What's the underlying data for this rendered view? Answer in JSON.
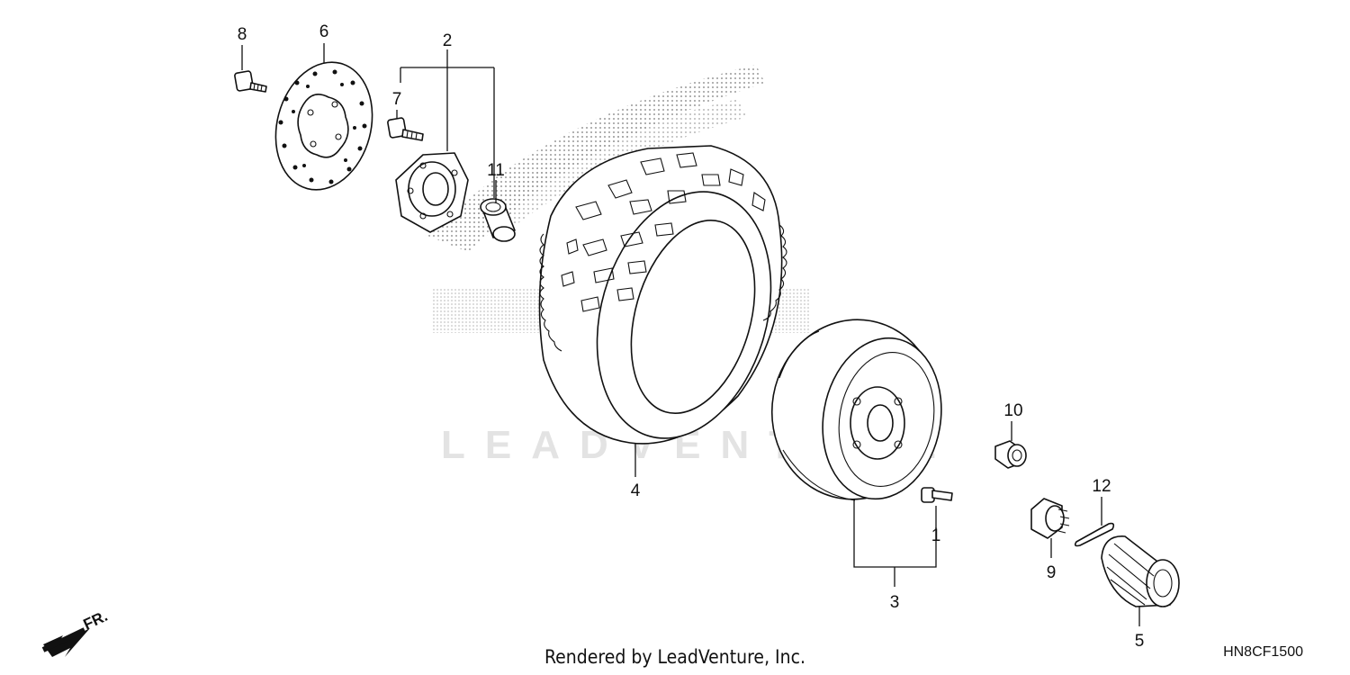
{
  "diagram": {
    "callouts": [
      {
        "id": "c1",
        "text": "1"
      },
      {
        "id": "c2",
        "text": "2"
      },
      {
        "id": "c3",
        "text": "3"
      },
      {
        "id": "c4",
        "text": "4"
      },
      {
        "id": "c5",
        "text": "5"
      },
      {
        "id": "c6",
        "text": "6"
      },
      {
        "id": "c7",
        "text": "7"
      },
      {
        "id": "c8",
        "text": "8"
      },
      {
        "id": "c9",
        "text": "9"
      },
      {
        "id": "c10",
        "text": "10"
      },
      {
        "id": "c11",
        "text": "11"
      },
      {
        "id": "c12",
        "text": "12"
      }
    ],
    "direction_label": "FR.",
    "watermark": "LEADVENTURE",
    "footer_text": "Rendered by LeadVenture, Inc.",
    "diagram_code": "HN8CF1500"
  }
}
